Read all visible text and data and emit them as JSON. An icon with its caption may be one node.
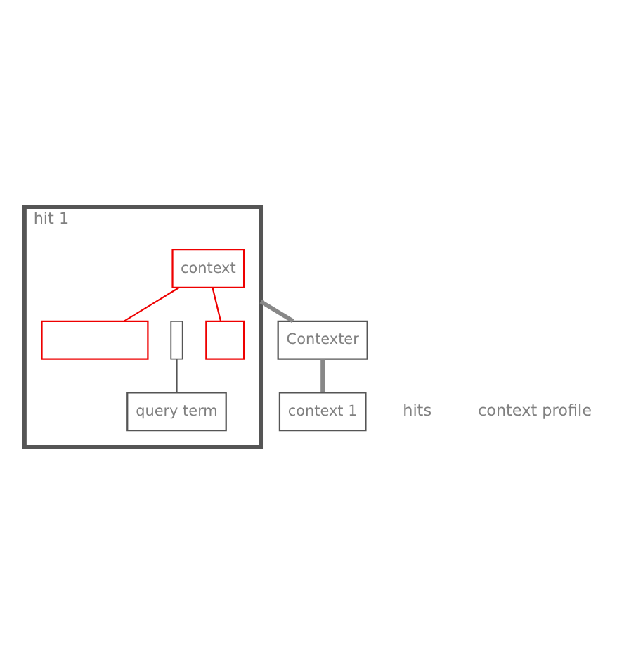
{
  "diagram": {
    "nodes": [
      {
        "text": [
          "hit 1"
        ]
      },
      {
        "text": [
          "context"
        ],
        "in": 0
      },
      {
        "text": [],
        "shape": "box",
        "in": 0
      },
      {
        "text": [],
        "shape": "box",
        "in": 0
      },
      {
        "text": [],
        "shape": "box",
        "in": 0
      },
      {
        "text": [
          "query term"
        ],
        "in": 0
      },
      {
        "text": [
          "Contexter"
        ]
      },
      {
        "text": [
          "context 1"
        ]
      }
    ],
    "edges": [
      {
        "from": 1,
        "to": 2,
        "arrow": "none",
        "color": "#ee0000"
      },
      {
        "from": 1,
        "to": 4,
        "arrow": "none",
        "color": "#ee0000"
      },
      {
        "from": 3,
        "to": 5,
        "arrow": "none",
        "color": "#555555"
      },
      {
        "from": 0,
        "to": 6,
        "arrow": "none",
        "style": "thick",
        "color": "#888888"
      },
      {
        "from": 6,
        "to": 7,
        "arrow": "none",
        "style": "thick",
        "color": "#888888"
      }
    ],
    "labels": [
      "hits",
      "context profile"
    ]
  }
}
